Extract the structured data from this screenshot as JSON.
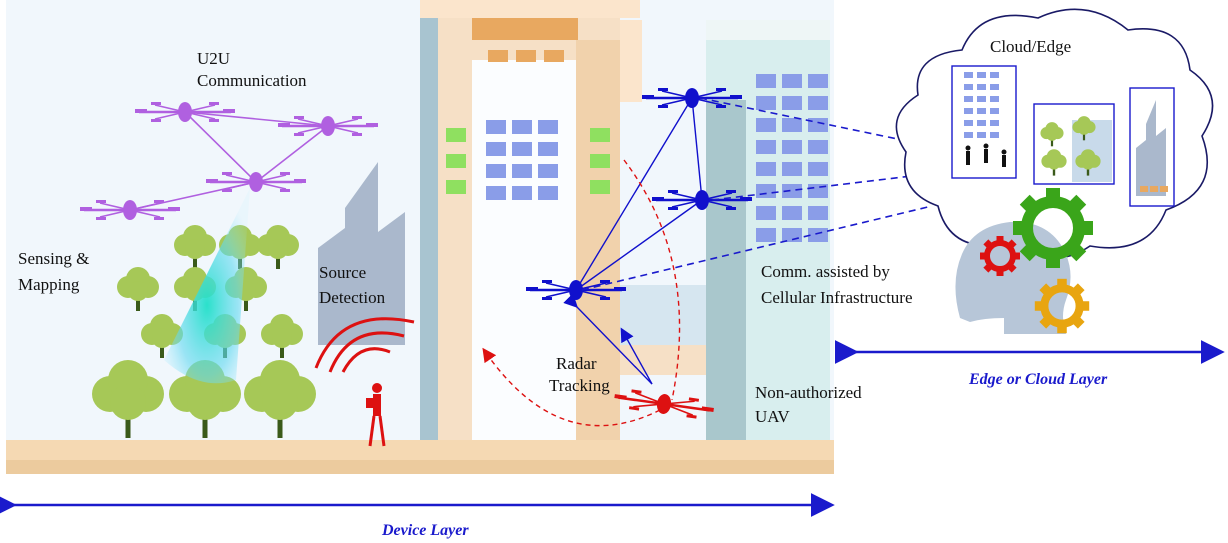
{
  "labels": {
    "u2u_line1": "U2U",
    "u2u_line2": "Communication",
    "sensing_line1": "Sensing &",
    "sensing_line2": "Mapping",
    "source_line1": "Source",
    "source_line2": "Detection",
    "radar_line1": "Radar",
    "radar_line2": "Tracking",
    "comm_line1": "Comm. assisted by",
    "comm_line2": "Cellular Infrastructure",
    "nonauth_line1": "Non-authorized",
    "nonauth_line2": "UAV",
    "cloud_title": "Cloud/Edge",
    "device_layer": "Device Layer",
    "edge_cloud_layer": "Edge or Cloud Layer"
  },
  "colors": {
    "u2u_drone": "#b060e0",
    "cellular_drone": "#1010cc",
    "unauthorized_drone": "#dd1111",
    "layer_arrow": "#1a1acc",
    "beam": "#30e0d0",
    "tree": "#a6c857",
    "trunk": "#3a5a1a",
    "ground": "#f5d9b3",
    "gear_green": "#3aa51a",
    "gear_red": "#dd1111",
    "gear_yellow": "#e8a510"
  }
}
